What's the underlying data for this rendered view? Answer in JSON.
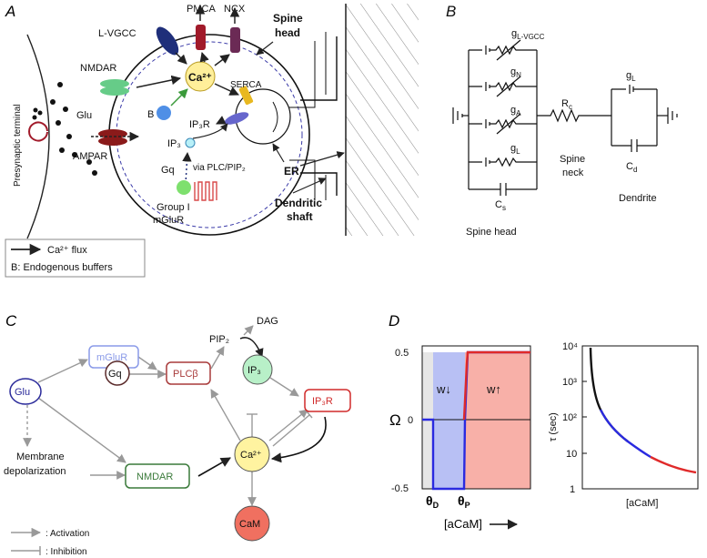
{
  "panels": {
    "A": {
      "letter": "A",
      "presynaptic_terminal": "Presynaptic terminal",
      "glu": "Glu",
      "nmdar": "NMDAR",
      "ampar": "AMPAR",
      "lvgcc": "L-VGCC",
      "pmca": "PMCA",
      "ncx": "NCX",
      "spine_head": [
        "Spine",
        "head"
      ],
      "serca": "SERCA",
      "ca": "Ca²⁺",
      "b": "B",
      "ip3r": "IP₃R",
      "ip3": "IP₃",
      "via_plc": "via PLC/PIP₂",
      "gq": "Gq",
      "group1": [
        "Group I",
        "mGluR"
      ],
      "er": "ER",
      "dendritic_shaft": [
        "Dendritic",
        "shaft"
      ],
      "legend_flux": "Ca²⁺ flux",
      "legend_buffers": "B: Endogenous buffers",
      "colors": {
        "lvgcc": "#1f2f7a",
        "pmca": "#a11a2a",
        "ncx": "#6b2a55",
        "nmdar": "#66cc88",
        "ampar": "#8a1a1a",
        "ca": "#ffef9a",
        "b": "#4f8fe6",
        "ip3r": "#6666cc",
        "serca": "#e8b820",
        "gq": "#7ee06e"
      }
    },
    "B": {
      "letter": "B",
      "g_lvgcc": [
        "g",
        "L-VGCC"
      ],
      "g_n": [
        "g",
        "N"
      ],
      "g_a": [
        "g",
        "A"
      ],
      "g_l": [
        "g",
        "L"
      ],
      "c_s": [
        "C",
        "s"
      ],
      "r_c": [
        "R",
        "c"
      ],
      "spine_neck": [
        "Spine",
        "neck"
      ],
      "g_l_d": [
        "g",
        "L"
      ],
      "c_d": [
        "C",
        "d"
      ],
      "dendrite": "Dendrite",
      "spine_head": "Spine head"
    },
    "C": {
      "letter": "C",
      "nodes": {
        "glu": "Glu",
        "mglur": "mGluR",
        "gq": "Gq",
        "plcb": "PLCβ",
        "pip2": "PIP₂",
        "dag": "DAG",
        "ip3": "IP₃",
        "ip3r": "IP₃R",
        "ca": "Ca²⁺",
        "nmdar": "NMDAR",
        "cam": "CaM",
        "membrane": [
          "Membrane",
          "depolarization"
        ]
      },
      "legend_activation": ": Activation",
      "legend_inhibition": ": Inhibition",
      "colors": {
        "glu": "#2a2a9a",
        "mglur": "#8a9ae8",
        "gq": "#5a2a2a",
        "plcb": "#a83a3a",
        "ip3": "#b8f0c8",
        "ip3r": "#d02a2a",
        "ca": "#fff3a0",
        "nmdar": "#3a7a3a",
        "cam": "#f07060"
      }
    },
    "D": {
      "letter": "D",
      "omega_label": "Ω",
      "y_ticks": [
        "0.5",
        "0",
        "-0.5"
      ],
      "theta_d": [
        "θ",
        "D"
      ],
      "theta_p": [
        "θ",
        "P"
      ],
      "w_down": "w↓",
      "w_up": "w↑",
      "x_label": "[aCaM]",
      "tau_label": "τ (sec)",
      "tau_ticks": [
        "10⁴",
        "10³",
        "10²",
        "10",
        "1"
      ],
      "tau_x_label": "[aCaM]",
      "colors": {
        "depression": "#b8c0f4",
        "potentiation": "#f8b0a8",
        "line_dep": "#2a2ae0",
        "line_pot": "#e02a2a"
      }
    }
  }
}
